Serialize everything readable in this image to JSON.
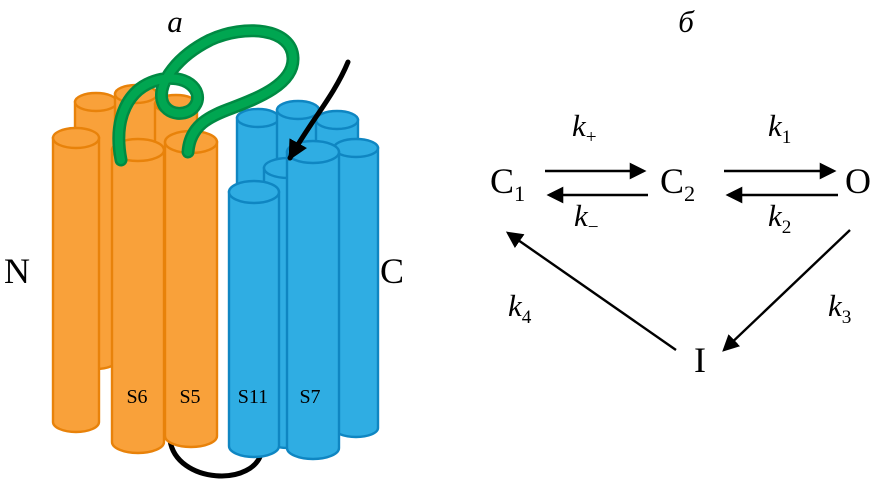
{
  "figure": {
    "panel_a": {
      "title": "a",
      "n_terminus": "N",
      "c_terminus": "C",
      "helices": {
        "s6": "S6",
        "s5": "S5",
        "s11": "S11",
        "s7": "S7"
      }
    },
    "panel_b": {
      "title": "б",
      "states": {
        "c1": {
          "base": "C",
          "sub": "1"
        },
        "c2": {
          "base": "C",
          "sub": "2"
        },
        "o": "O",
        "i": "I"
      },
      "rates": {
        "k_plus": {
          "base": "k",
          "sub": "+"
        },
        "k_minus": {
          "base": "k",
          "sub": "−"
        },
        "k1": {
          "base": "k",
          "sub": "1"
        },
        "k2": {
          "base": "k",
          "sub": "2"
        },
        "k3": {
          "base": "k",
          "sub": "3"
        },
        "k4": {
          "base": "k",
          "sub": "4"
        }
      }
    }
  },
  "colors": {
    "orange": "#F9A13A",
    "orange-stroke": "#E8820A",
    "blue": "#2FADE3",
    "blue-stroke": "#0F86C2",
    "green": "#00A651",
    "green-dark": "#008A43",
    "black": "#000000"
  }
}
